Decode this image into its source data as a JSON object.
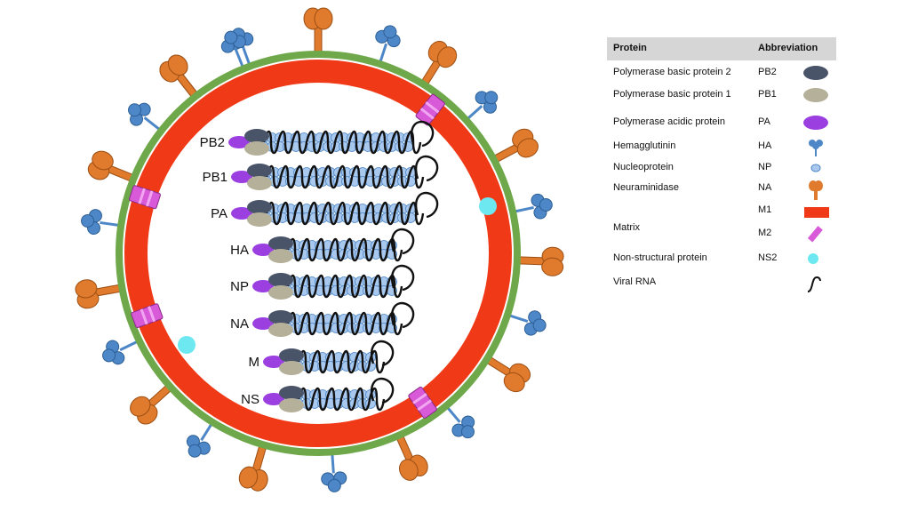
{
  "segment_labels": [
    "PB2",
    "PB1",
    "PA",
    "HA",
    "NP",
    "NA",
    "M",
    "NS"
  ],
  "legend": {
    "header_protein": "Protein",
    "header_abbreviation": "Abbreviation",
    "rows": [
      {
        "protein": "Polymerase basic protein 2",
        "abbr": "PB2",
        "icon": "pb2-ellipse-icon"
      },
      {
        "protein": "Polymerase basic protein 1",
        "abbr": "PB1",
        "icon": "pb1-ellipse-icon"
      },
      {
        "protein": "Polymerase acidic protein",
        "abbr": "PA",
        "icon": "pa-ellipse-icon"
      },
      {
        "protein": "Hemagglutinin",
        "abbr": "HA",
        "icon": "hemagglutinin-spike-icon"
      },
      {
        "protein": "Nucleoprotein",
        "abbr": "NP",
        "icon": "nucleoprotein-dot-icon"
      },
      {
        "protein": "Neuraminidase",
        "abbr": "NA",
        "icon": "neuraminidase-spike-icon"
      },
      {
        "protein": "Matrix",
        "abbr": "M1",
        "abbr2": "M2",
        "icon": "m1-bar-icon",
        "icon2": "m2-channel-icon"
      },
      {
        "protein": "Non-structural protein",
        "abbr": "NS2",
        "icon": "ns2-dot-icon"
      },
      {
        "protein": "Viral RNA",
        "abbr": "",
        "icon": "viral-rna-squiggle-icon"
      }
    ]
  },
  "colors": {
    "envelope": "#6fa84a",
    "matrix_m1": "#f03a17",
    "m2": "#d85ad8",
    "pb2": "#4a5468",
    "pb1": "#b5b09a",
    "pa": "#9b3fe0",
    "hemagglutinin": "#4d87c7",
    "neuraminidase": "#e07a2c",
    "nucleoprotein": "#a9c8ee",
    "ns2": "#6ee8f0",
    "rna": "#111111"
  }
}
